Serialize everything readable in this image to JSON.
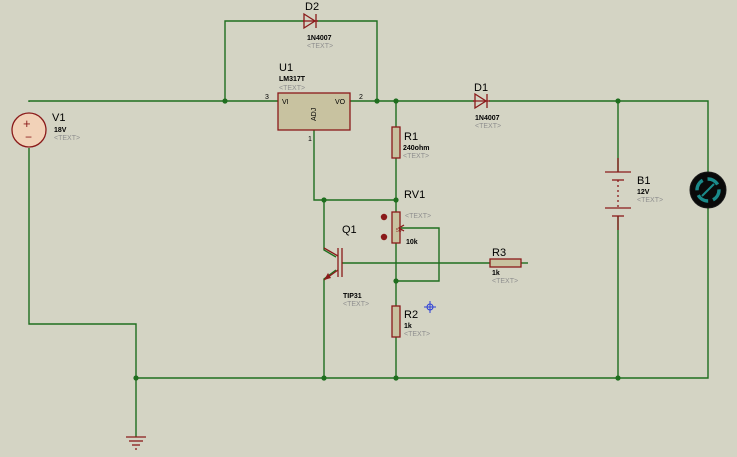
{
  "components": {
    "D2": {
      "ref": "D2",
      "value": "1N4007",
      "text": "<TEXT>"
    },
    "U1": {
      "ref": "U1",
      "value": "LM317T",
      "text": "<TEXT>",
      "pin_vi": "VI",
      "pin_vo": "VO",
      "pin_adj": "ADJ",
      "pin3": "3",
      "pin2": "2",
      "pin1": "1"
    },
    "D1": {
      "ref": "D1",
      "value": "1N4007",
      "text": "<TEXT>"
    },
    "V1": {
      "ref": "V1",
      "value": "18V",
      "text": "<TEXT>"
    },
    "R1": {
      "ref": "R1",
      "value": "240ohm",
      "text": "<TEXT>"
    },
    "RV1": {
      "ref": "RV1",
      "value": "10k",
      "text": "<TEXT>",
      "level_percent": 50
    },
    "Q1": {
      "ref": "Q1",
      "value": "TIP31",
      "text": "<TEXT>"
    },
    "R3": {
      "ref": "R3",
      "value": "1k",
      "text": "<TEXT>"
    },
    "R2": {
      "ref": "R2",
      "value": "1k",
      "text": "<TEXT>"
    },
    "B1": {
      "ref": "B1",
      "value": "12V",
      "text": "<TEXT>"
    }
  },
  "symbols": {
    "plus": "+",
    "minus": "−"
  },
  "colors": {
    "background": "#d4d4c4",
    "wire": "#1f6e1f",
    "component": "#8a1a1a",
    "component_fill": "#c8c2a0",
    "placeholder_text": "#8f8f8f",
    "motor": "#1a8a8a"
  }
}
